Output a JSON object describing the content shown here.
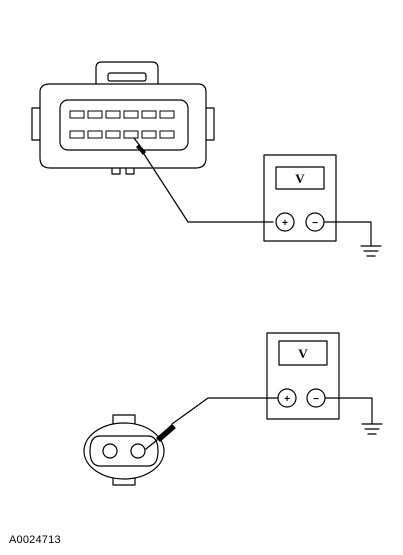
{
  "figure_id": "A0024713",
  "meters": [
    {
      "display": "V",
      "positive_terminal": "+",
      "negative_terminal": "−"
    },
    {
      "display": "V",
      "positive_terminal": "+",
      "negative_terminal": "−"
    }
  ],
  "icons": {
    "multi_pin_connector": "multi-pin-connector-icon",
    "two_pin_connector": "two-pin-connector-icon",
    "ground": "ground-symbol-icon"
  },
  "colors": {
    "ink": "#000000",
    "background": "#ffffff"
  }
}
